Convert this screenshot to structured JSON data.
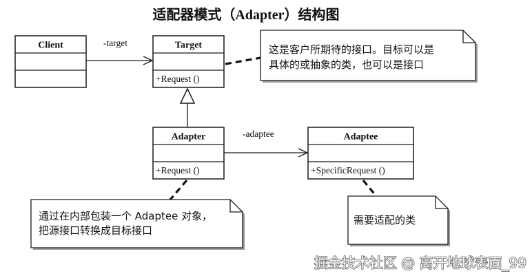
{
  "title": "适配器模式（Adapter）结构图",
  "classes": {
    "client": {
      "name": "Client"
    },
    "target": {
      "name": "Target",
      "operation": "+Request ()"
    },
    "adapter": {
      "name": "Adapter",
      "operation": "+Request ()"
    },
    "adaptee": {
      "name": "Adaptee",
      "operation": "+SpecificRequest ()"
    }
  },
  "associations": {
    "client_to_target": "-target",
    "adapter_to_adaptee": "-adaptee"
  },
  "notes": {
    "target": [
      "这是客户所期待的接口。目标可以是",
      "具体的或抽象的类，也可以是接口"
    ],
    "adapter": [
      "通过在内部包装一个 Adaptee 对象，",
      "把源接口转换成目标接口"
    ],
    "adaptee": [
      "需要适配的类"
    ]
  },
  "watermark": "掘金技术社区 @ 离开地球表面_99",
  "colors": {
    "line": "#1a1a1a",
    "background": "#ffffff"
  }
}
